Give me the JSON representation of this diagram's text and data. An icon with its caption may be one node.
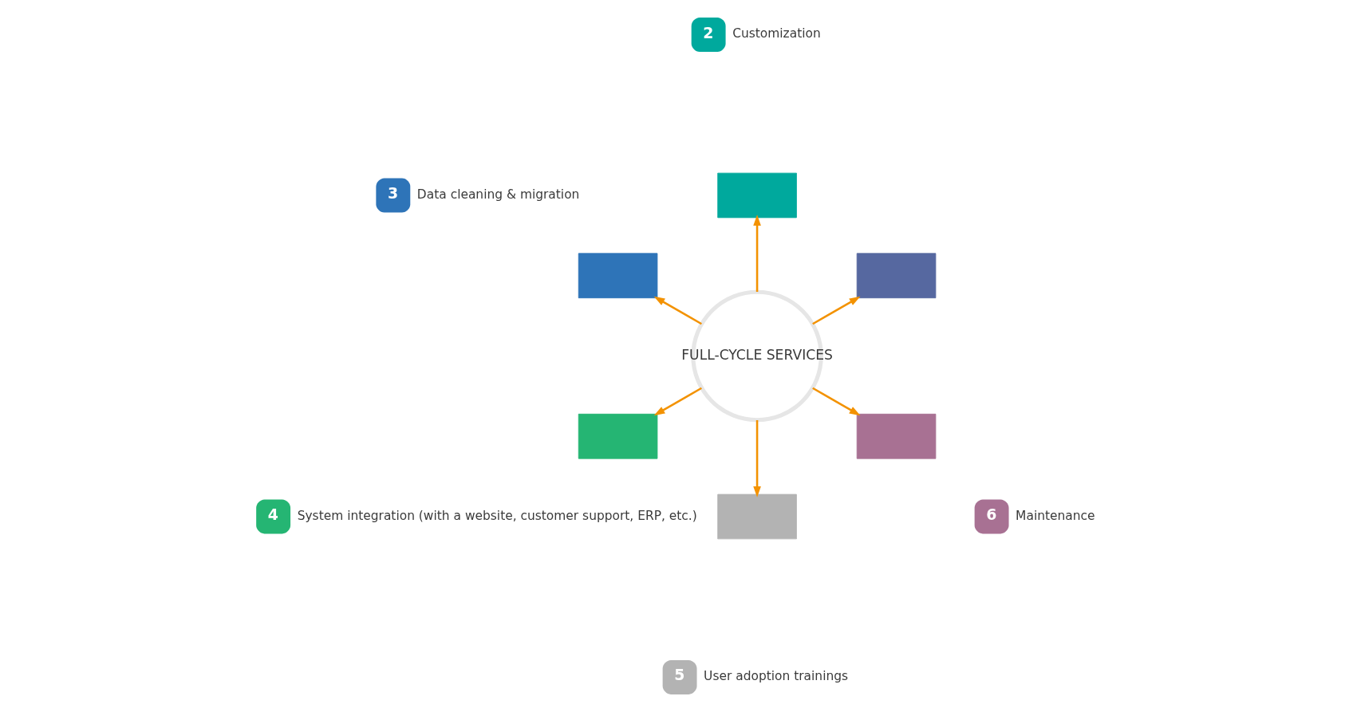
{
  "diagram": {
    "nodes": [
      {
        "text": [
          "FULL-CYCLE SERVICES"
        ]
      },
      {
        "text": [],
        "shape": "box"
      },
      {
        "text": [],
        "shape": "box"
      },
      {
        "text": [],
        "shape": "box"
      },
      {
        "text": [],
        "shape": "box"
      },
      {
        "text": [],
        "shape": "box"
      },
      {
        "text": [],
        "shape": "box"
      },
      {
        "text": [
          "6"
        ],
        "beside": [
          "Maintenance"
        ]
      },
      {
        "text": [
          "2"
        ],
        "beside": [
          "Customization"
        ]
      },
      {
        "text": [
          "5"
        ],
        "beside": [
          "User adoption trainings"
        ]
      },
      {
        "text": [
          "3"
        ],
        "beside": [
          "Data cleaning & migration"
        ]
      },
      {
        "text": [
          "4"
        ],
        "beside": [
          "System integration (with a website, customer support, ERP, etc.)"
        ]
      }
    ],
    "edges": [
      {
        "from": 0,
        "to": 1,
        "arrow": "to"
      },
      {
        "from": 0,
        "to": 2,
        "arrow": "to"
      },
      {
        "from": 0,
        "to": 3,
        "arrow": "to"
      },
      {
        "from": 0,
        "to": 4,
        "arrow": "to"
      },
      {
        "from": 0,
        "to": 5,
        "arrow": "to"
      },
      {
        "from": 0,
        "to": 6,
        "arrow": "to"
      }
    ]
  }
}
